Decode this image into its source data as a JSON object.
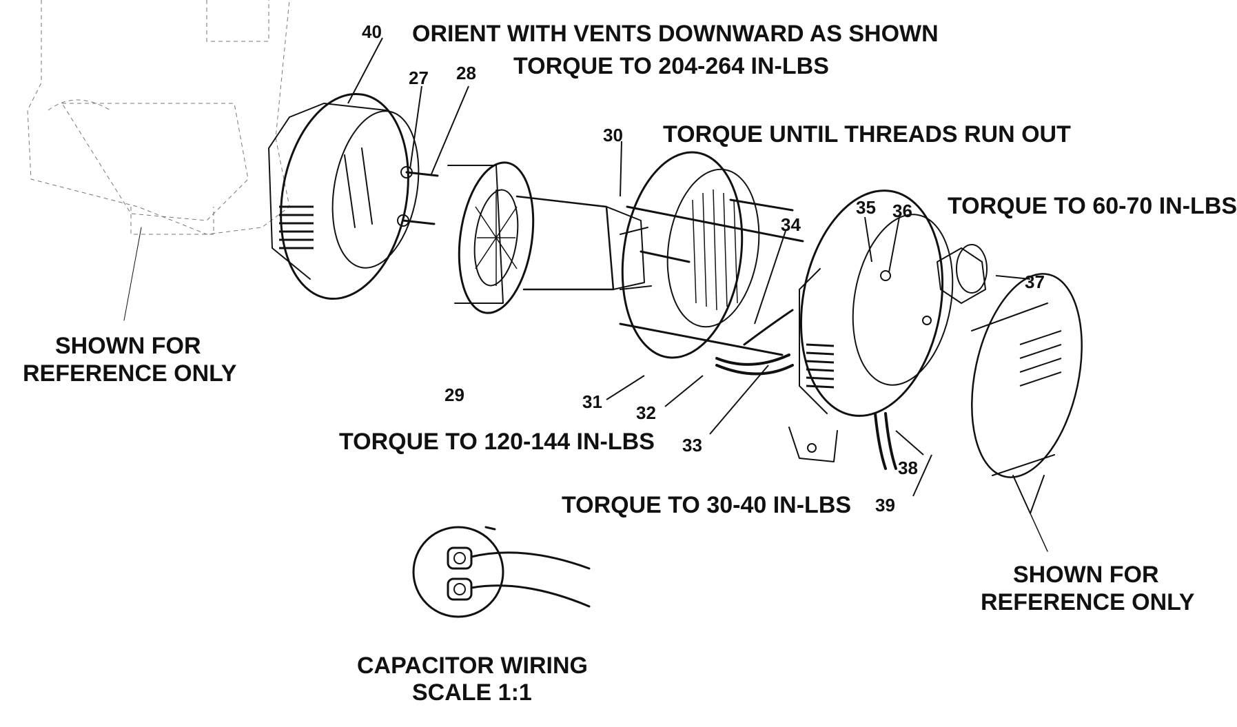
{
  "notes": {
    "orient": "ORIENT WITH VENTS DOWNWARD AS SHOWN",
    "torque_204_264": "TORQUE TO 204-264 IN-LBS",
    "torque_threads": "TORQUE UNTIL THREADS RUN OUT",
    "torque_60_70": "TORQUE TO 60-70 IN-LBS",
    "torque_120_144": "TORQUE TO 120-144 IN-LBS",
    "torque_30_40": "TORQUE TO 30-40 IN-LBS",
    "reference_left_line1": "SHOWN FOR",
    "reference_left_line2": "REFERENCE ONLY",
    "reference_right_line1": "SHOWN FOR",
    "reference_right_line2": "REFERENCE ONLY",
    "capacitor_line1": "CAPACITOR WIRING",
    "capacitor_line2": "SCALE 1:1"
  },
  "callouts": {
    "p27": "27",
    "p28": "28",
    "p29": "29",
    "p30": "30",
    "p31": "31",
    "p32": "32",
    "p33": "33",
    "p34": "34",
    "p35": "35",
    "p36": "36",
    "p37": "37",
    "p38": "38",
    "p39": "39",
    "p40": "40"
  }
}
